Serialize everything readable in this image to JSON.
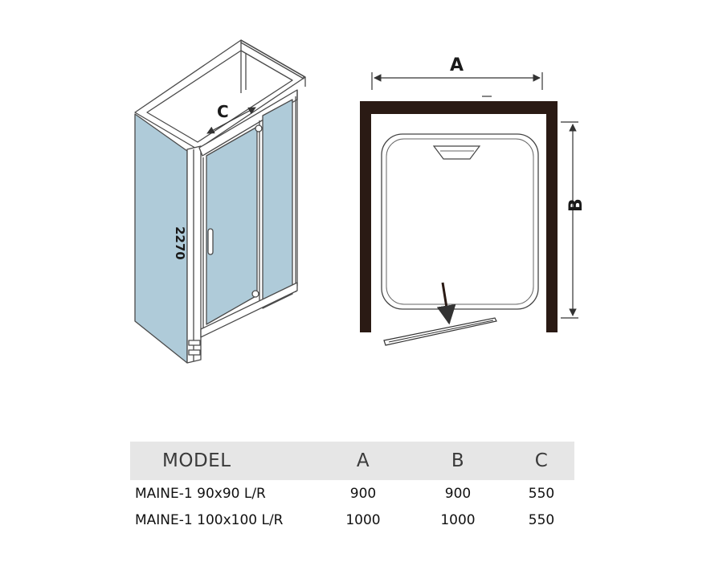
{
  "diagram": {
    "iso_height_label": "2270",
    "iso_width_label": "C",
    "plan_width_label": "A",
    "plan_depth_label": "B"
  },
  "table": {
    "headers": [
      "MODEL",
      "A",
      "B",
      "C"
    ],
    "rows": [
      [
        "MAINE-1 90x90 L/R",
        "900",
        "900",
        "550"
      ],
      [
        "MAINE-1 100x100 L/R",
        "1000",
        "1000",
        "550"
      ]
    ]
  },
  "colors": {
    "glass": "#afcbd9",
    "frame": "#2a1a14",
    "line": "#333333",
    "table_header_bg": "#e6e6e6"
  }
}
